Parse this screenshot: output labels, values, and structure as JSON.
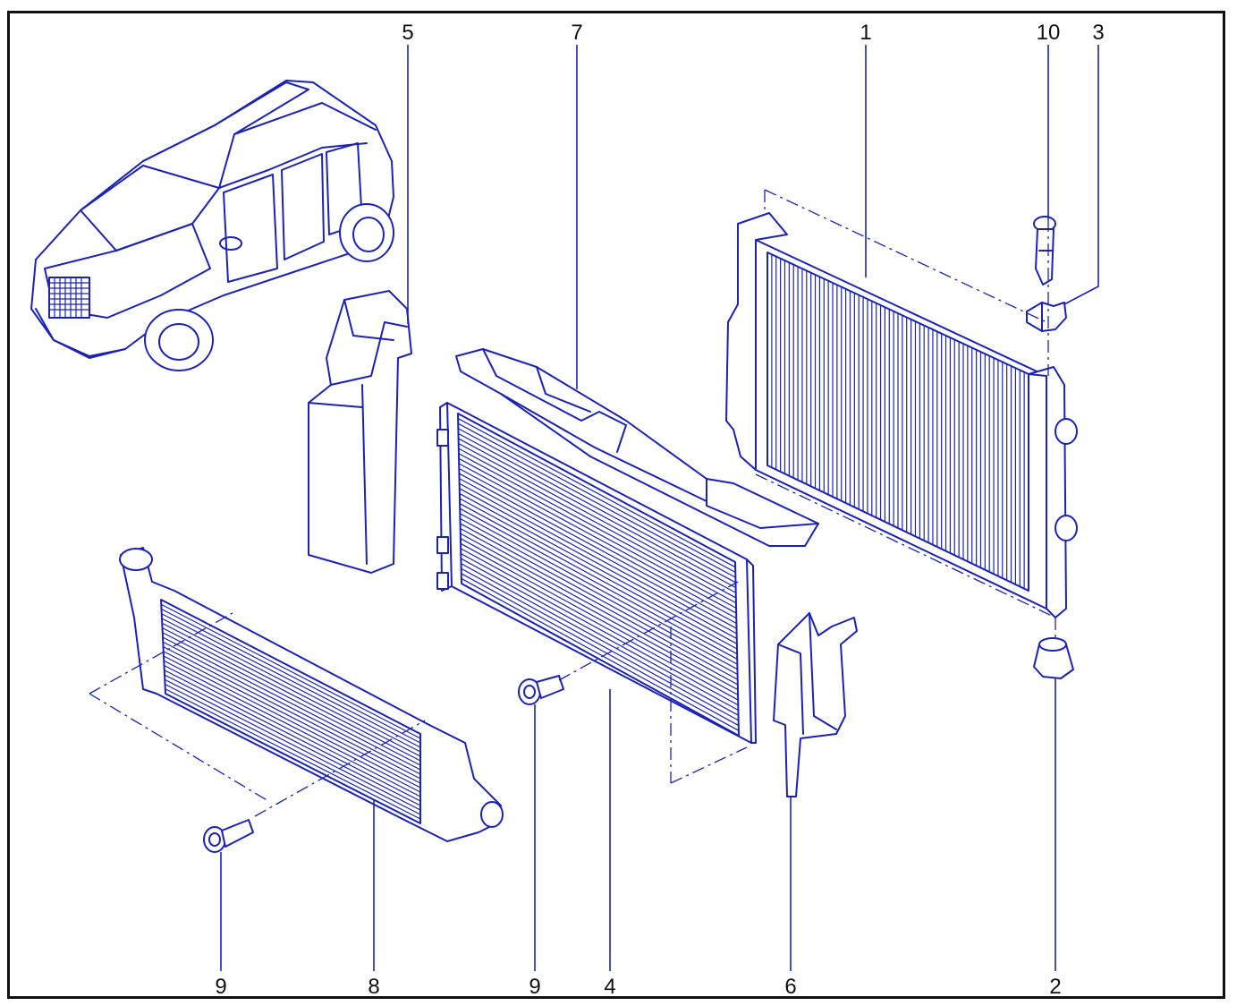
{
  "callouts": {
    "c1": "1",
    "c2": "2",
    "c3": "3",
    "c4": "4",
    "c5": "5",
    "c6": "6",
    "c7": "7",
    "c8": "8",
    "c9a": "9",
    "c9b": "9",
    "c10": "10"
  },
  "colors": {
    "line": "#1a22b8",
    "frame": "#111111",
    "background": "#ffffff"
  }
}
